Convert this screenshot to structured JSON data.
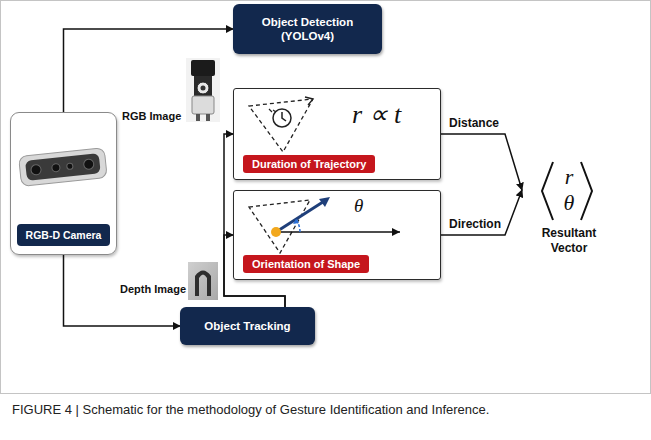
{
  "diagram": {
    "caption": "FIGURE 4 | Schematic for the methodology of Gesture Identification and Inference.",
    "nodes": [
      {
        "text": [
          "Object Detection (YOLOv4)"
        ]
      },
      {
        "text": [
          "RGB-D Camera"
        ]
      },
      {
        "text": [
          "r ∝ t",
          "Duration of Trajectory"
        ]
      },
      {
        "text": [
          "θ",
          "Orientation of Shape"
        ]
      },
      {
        "text": [
          "Object Tracking"
        ]
      },
      {
        "text": [
          "r",
          "θ",
          "Resultant Vector"
        ]
      }
    ],
    "edges": [
      {
        "from": 1,
        "to": 0,
        "arrow": "to"
      },
      {
        "from": 1,
        "to": 4,
        "arrow": "to"
      },
      {
        "from": 4,
        "to": 2,
        "arrow": "to"
      },
      {
        "from": 4,
        "to": 3,
        "arrow": "to"
      },
      {
        "from": 2,
        "to": 5,
        "label": "Distance",
        "arrow": "to"
      },
      {
        "from": 3,
        "to": 5,
        "label": "Direction",
        "arrow": "to"
      }
    ],
    "labels": [
      "RGB Image",
      "Depth Image"
    ]
  }
}
